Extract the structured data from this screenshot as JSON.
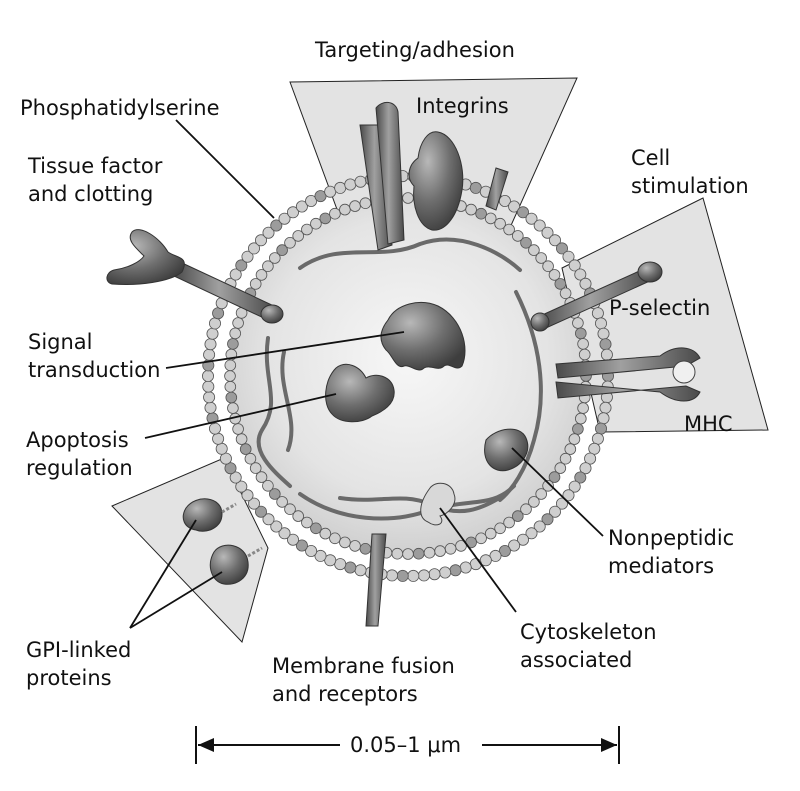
{
  "labels": {
    "targeting": "Targeting/adhesion",
    "integrins": "Integrins",
    "phosphatidylserine": "Phosphatidylserine",
    "tissue_factor": [
      "Tissue factor",
      "and clotting"
    ],
    "cell_stimulation": [
      "Cell",
      "stimulation"
    ],
    "p_selectin": "P-selectin",
    "signal_transduction": [
      "Signal",
      "transduction"
    ],
    "apoptosis": [
      "Apoptosis",
      "regulation"
    ],
    "mhc": "MHC",
    "nonpeptidic": [
      "Nonpeptidic",
      "mediators"
    ],
    "gpi": [
      "GPI-linked",
      "proteins"
    ],
    "cytoskeleton": [
      "Cytoskeleton",
      "associated"
    ],
    "membrane_fusion": [
      "Membrane fusion",
      "and receptors"
    ],
    "scale": "0.05–1 μm"
  },
  "colors": {
    "sector": "#e3e3e3",
    "vesicle_center": "#f4f4f4",
    "vesicle_edge": "#c9c9c9",
    "bead": "#cfcfcf",
    "protein": "#6f6f6f",
    "protein_dark": "#4a4a4a",
    "line": "#111111"
  }
}
